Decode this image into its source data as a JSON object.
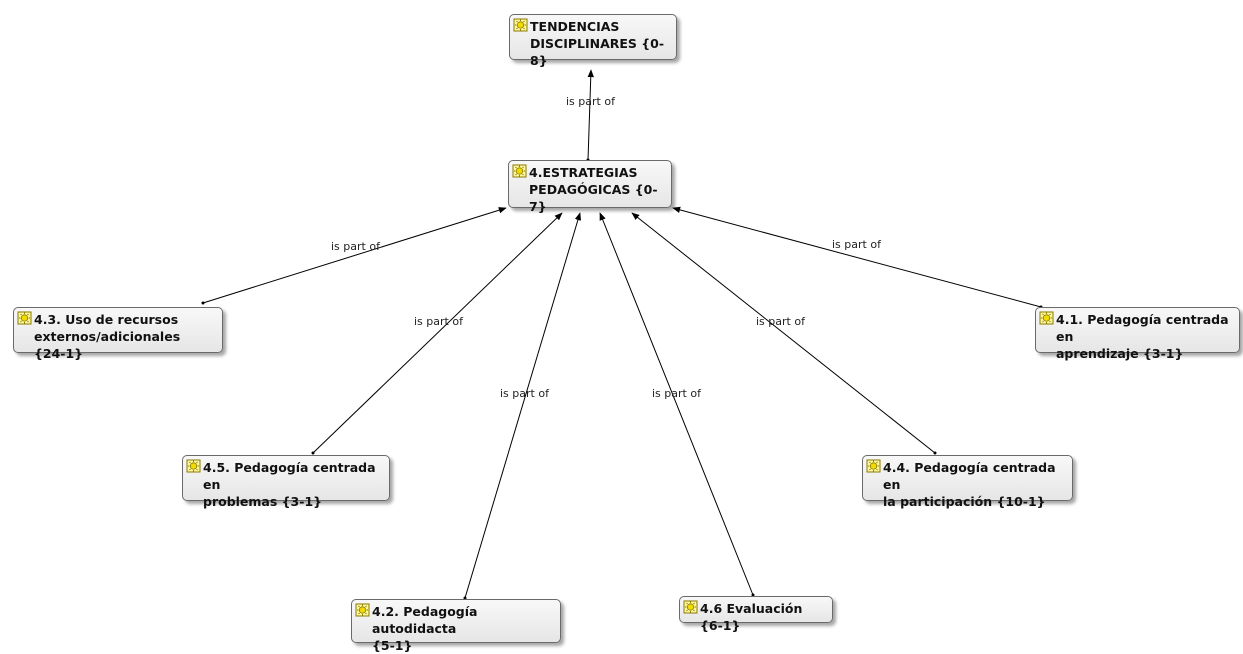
{
  "nodes": {
    "tendencias": "TENDENCIAS\nDISCIPLINARES {0-8}",
    "estrategias": "4.ESTRATEGIAS\nPEDAGÓGICAS {0-7}",
    "n43": "4.3. Uso de recursos\nexternos/adicionales {24-1}",
    "n41": "4.1. Pedagogía centrada en\naprendizaje {3-1}",
    "n45": "4.5. Pedagogía centrada en\nproblemas {3-1}",
    "n44": "4.4. Pedagogía centrada en\nla participación {10-1}",
    "n42": "4.2. Pedagogía autodidacta\n{5-1}",
    "n46": "4.6 Evaluación {6-1}"
  },
  "relation_label": "is part of",
  "edges": [
    {
      "from": "estrategias",
      "to": "tendencias",
      "label": "is part of"
    },
    {
      "from": "n43",
      "to": "estrategias",
      "label": "is part of"
    },
    {
      "from": "n41",
      "to": "estrategias",
      "label": "is part of"
    },
    {
      "from": "n45",
      "to": "estrategias",
      "label": "is part of"
    },
    {
      "from": "n44",
      "to": "estrategias",
      "label": "is part of"
    },
    {
      "from": "n42",
      "to": "estrategias",
      "label": "is part of"
    },
    {
      "from": "n46",
      "to": "estrategias",
      "label": "is part of"
    }
  ],
  "icon": "code-node-icon",
  "colors": {
    "node_fill": "#ececec",
    "node_border": "#6a6a6a",
    "edge": "#000000",
    "icon": "#e8d200"
  }
}
